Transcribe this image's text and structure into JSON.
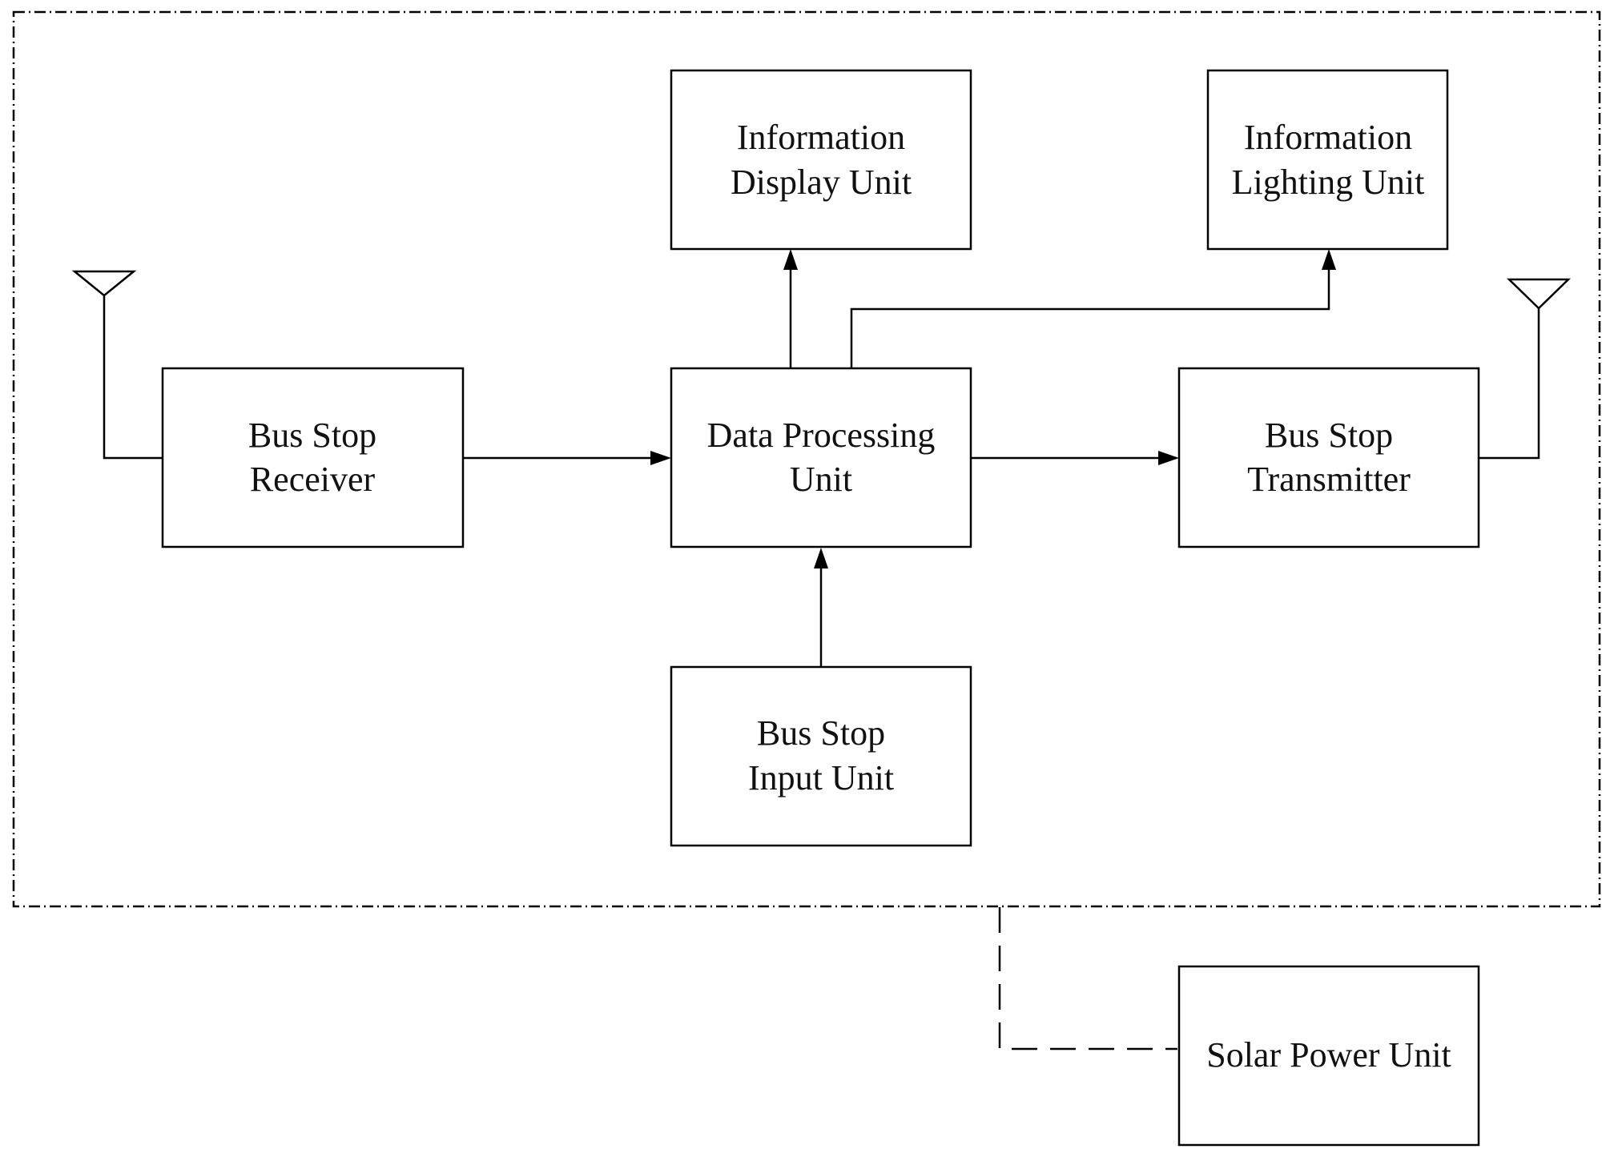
{
  "diagram": {
    "blocks": {
      "info_display": {
        "lines": [
          "Information",
          "Display Unit"
        ]
      },
      "info_lighting": {
        "lines": [
          "Information",
          "Lighting Unit"
        ]
      },
      "receiver": {
        "lines": [
          "Bus Stop",
          "Receiver"
        ]
      },
      "processing": {
        "lines": [
          "Data Processing",
          "Unit"
        ]
      },
      "transmitter": {
        "lines": [
          "Bus Stop",
          "Transmitter"
        ]
      },
      "input": {
        "lines": [
          "Bus Stop",
          "Input Unit"
        ]
      },
      "solar": {
        "lines": [
          "Solar Power Unit"
        ]
      }
    },
    "connections": [
      {
        "from": "receiver",
        "to": "processing",
        "style": "arrow"
      },
      {
        "from": "processing",
        "to": "transmitter",
        "style": "arrow"
      },
      {
        "from": "processing",
        "to": "info_display",
        "style": "arrow"
      },
      {
        "from": "processing",
        "to": "info_lighting",
        "style": "arrow"
      },
      {
        "from": "input",
        "to": "processing",
        "style": "arrow"
      },
      {
        "from": "solar",
        "to": "enclosure",
        "style": "dashed"
      }
    ]
  }
}
